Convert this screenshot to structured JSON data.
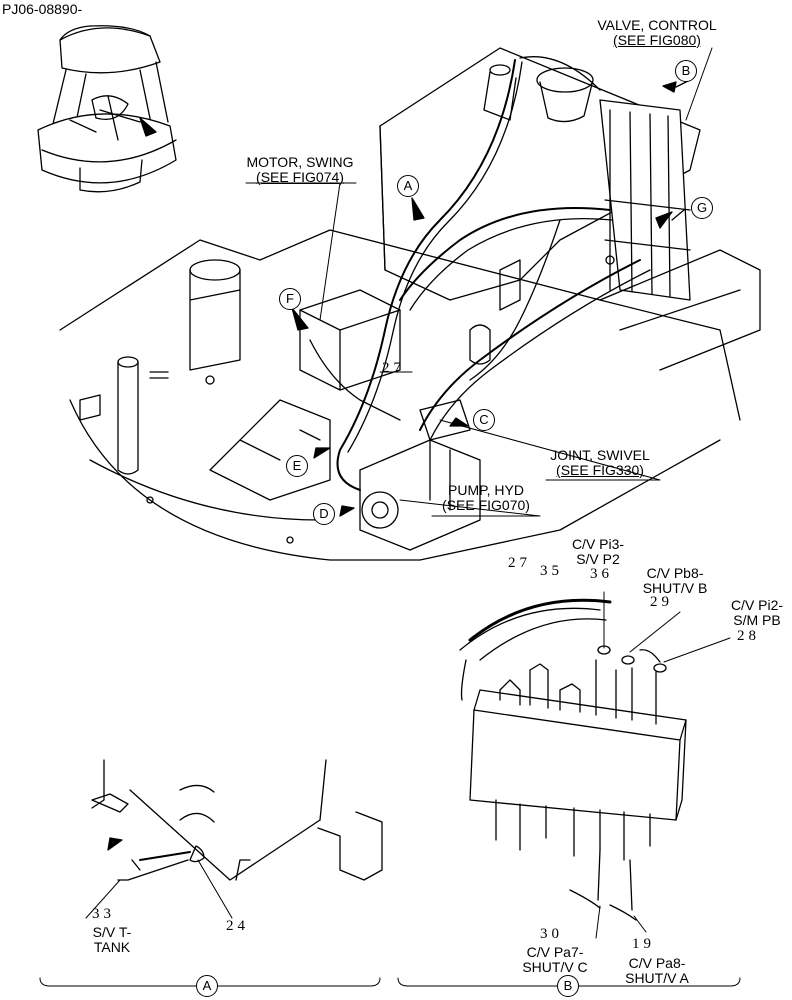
{
  "drawing_id": "PJ06-08890-",
  "labels": {
    "valve_control": [
      "VALVE, CONTROL",
      "(SEE FIG080)"
    ],
    "motor_swing": [
      "MOTOR, SWING",
      "(SEE FIG074)"
    ],
    "joint_swivel": [
      "JOINT, SWIVEL",
      "(SEE FIG330)"
    ],
    "pump_hyd": [
      "PUMP, HYD",
      "(SEE FIG070)"
    ],
    "cv_pi3": [
      "C/V Pi3-",
      "S/V P2"
    ],
    "cv_pb8": [
      "C/V Pb8-",
      "SHUT/V B"
    ],
    "cv_pi2": [
      "C/V Pi2-",
      "S/M PB"
    ],
    "sv_tank": [
      "S/V T-",
      "TANK"
    ],
    "cv_pa7": [
      "C/V Pa7-",
      "SHUT/V C"
    ],
    "cv_pa8": [
      "C/V Pa8-",
      "SHUT/V A"
    ]
  },
  "part_numbers": {
    "p27_main": "27",
    "p27_detail": "27",
    "p35": "35",
    "p36": "36",
    "p29": "29",
    "p28": "28",
    "p33": "33",
    "p24": "24",
    "p30": "30",
    "p19": "19"
  },
  "callouts": {
    "a": "A",
    "b": "B",
    "c": "C",
    "d": "D",
    "e": "E",
    "f": "F",
    "g": "G",
    "detail_a": "A",
    "detail_b": "B"
  }
}
